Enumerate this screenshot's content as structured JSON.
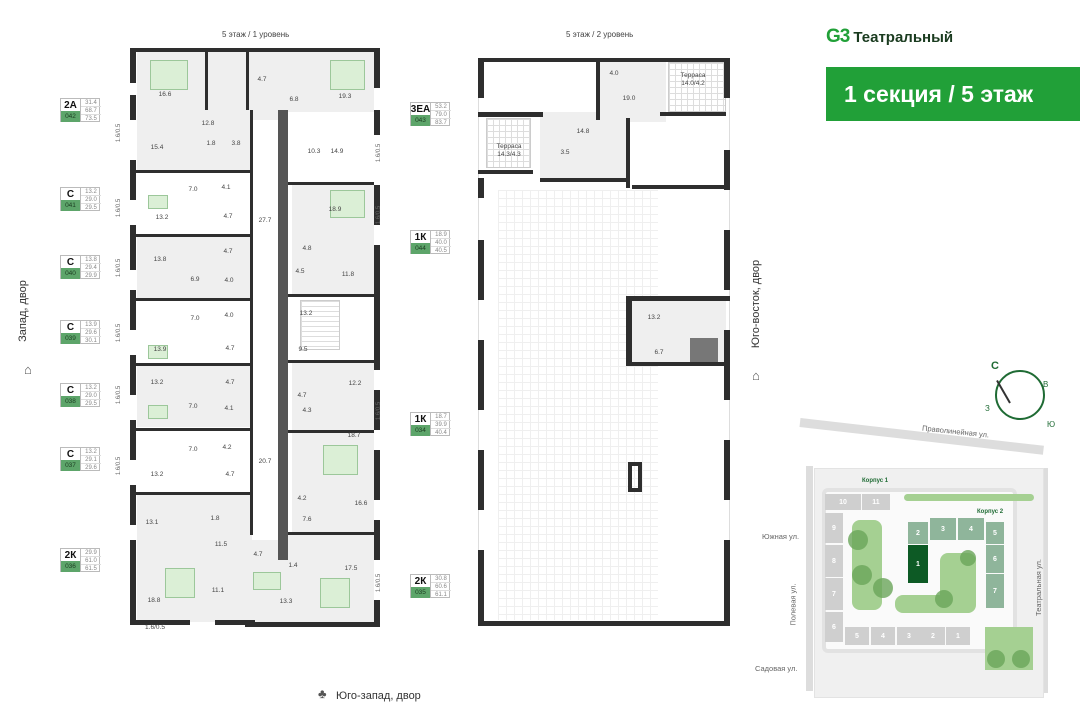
{
  "header": {
    "logo_mark": "G3",
    "logo_text": "Театральный",
    "section_title": "1 секция / 5 этаж",
    "accent_color": "#21a038"
  },
  "plan_titles": {
    "level1": "5 этаж / 1 уровень",
    "level2": "5 этаж / 2 уровень"
  },
  "orientation": {
    "west": "Запад, двор",
    "southeast": "Юго-восток, двор",
    "southwest": "Юго-запад, двор"
  },
  "apartments_left": [
    {
      "type": "2А",
      "number": "042",
      "areas": [
        "31.4",
        "68.7",
        "73.5"
      ]
    },
    {
      "type": "С",
      "number": "041",
      "areas": [
        "13.2",
        "29.0",
        "29.5"
      ]
    },
    {
      "type": "С",
      "number": "040",
      "areas": [
        "13.8",
        "29.4",
        "29.9"
      ]
    },
    {
      "type": "С",
      "number": "039",
      "areas": [
        "13.9",
        "29.6",
        "30.1"
      ]
    },
    {
      "type": "С",
      "number": "038",
      "areas": [
        "13.2",
        "29.0",
        "29.5"
      ]
    },
    {
      "type": "С",
      "number": "037",
      "areas": [
        "13.2",
        "29.1",
        "29.6"
      ]
    },
    {
      "type": "2К",
      "number": "036",
      "areas": [
        "29.9",
        "61.0",
        "61.5"
      ]
    }
  ],
  "apartments_right": [
    {
      "type": "3ЕА",
      "number": "043",
      "areas": [
        "53.2",
        "79.0",
        "83.7"
      ]
    },
    {
      "type": "1К",
      "number": "044",
      "areas": [
        "18.9",
        "40.0",
        "40.5"
      ]
    },
    {
      "type": "1К",
      "number": "034",
      "areas": [
        "18.7",
        "39.9",
        "40.4"
      ]
    },
    {
      "type": "2К",
      "number": "035",
      "areas": [
        "30.8",
        "60.6",
        "61.1"
      ]
    }
  ],
  "rooms_level1": [
    "16.6",
    "15.4",
    "12.8",
    "1.8",
    "3.8",
    "4.7",
    "6.8",
    "19.3",
    "10.3",
    "14.9",
    "7.0",
    "4.1",
    "13.2",
    "4.7",
    "27.7",
    "18.9",
    "4.8",
    "13.8",
    "4.7",
    "4.5",
    "11.8",
    "6.9",
    "4.0",
    "13.2",
    "7.0",
    "4.0",
    "13.9",
    "4.7",
    "9.5",
    "13.2",
    "4.7",
    "4.7",
    "12.2",
    "7.0",
    "4.1",
    "4.3",
    "18.7",
    "7.0",
    "4.2",
    "20.7",
    "13.2",
    "4.7",
    "4.2",
    "16.6",
    "13.1",
    "1.8",
    "7.6",
    "11.5",
    "4.7",
    "1.4",
    "17.5",
    "11.1",
    "18.8",
    "13.3"
  ],
  "rooms_level2": {
    "bath": "4.0",
    "terrace_right": "Терраса\n14.0/4.2",
    "living": "19.0",
    "hall": "14.8",
    "terrace_left": "Терраса\n14.3/4.3",
    "wc": "3.5",
    "stair": "13.2",
    "lift": "6.7"
  },
  "window_label": "1.6/0.5",
  "compass": {
    "n": "С",
    "e": "В",
    "s": "Ю",
    "w": "З"
  },
  "site_map": {
    "streets": [
      "Праволинейная ул.",
      "Южная ул.",
      "Полевая ул.",
      "Театральная ул.",
      "Садовая ул."
    ],
    "korpus1": "Корпус 1",
    "korpus2": "Корпус 2",
    "korpus1_sections": [
      "10",
      "11",
      "9",
      "8",
      "7",
      "6",
      "5",
      "4",
      "3",
      "2",
      "1"
    ],
    "korpus2_sections": [
      "2",
      "3",
      "4",
      "5",
      "6",
      "7"
    ],
    "current_section": "1"
  }
}
